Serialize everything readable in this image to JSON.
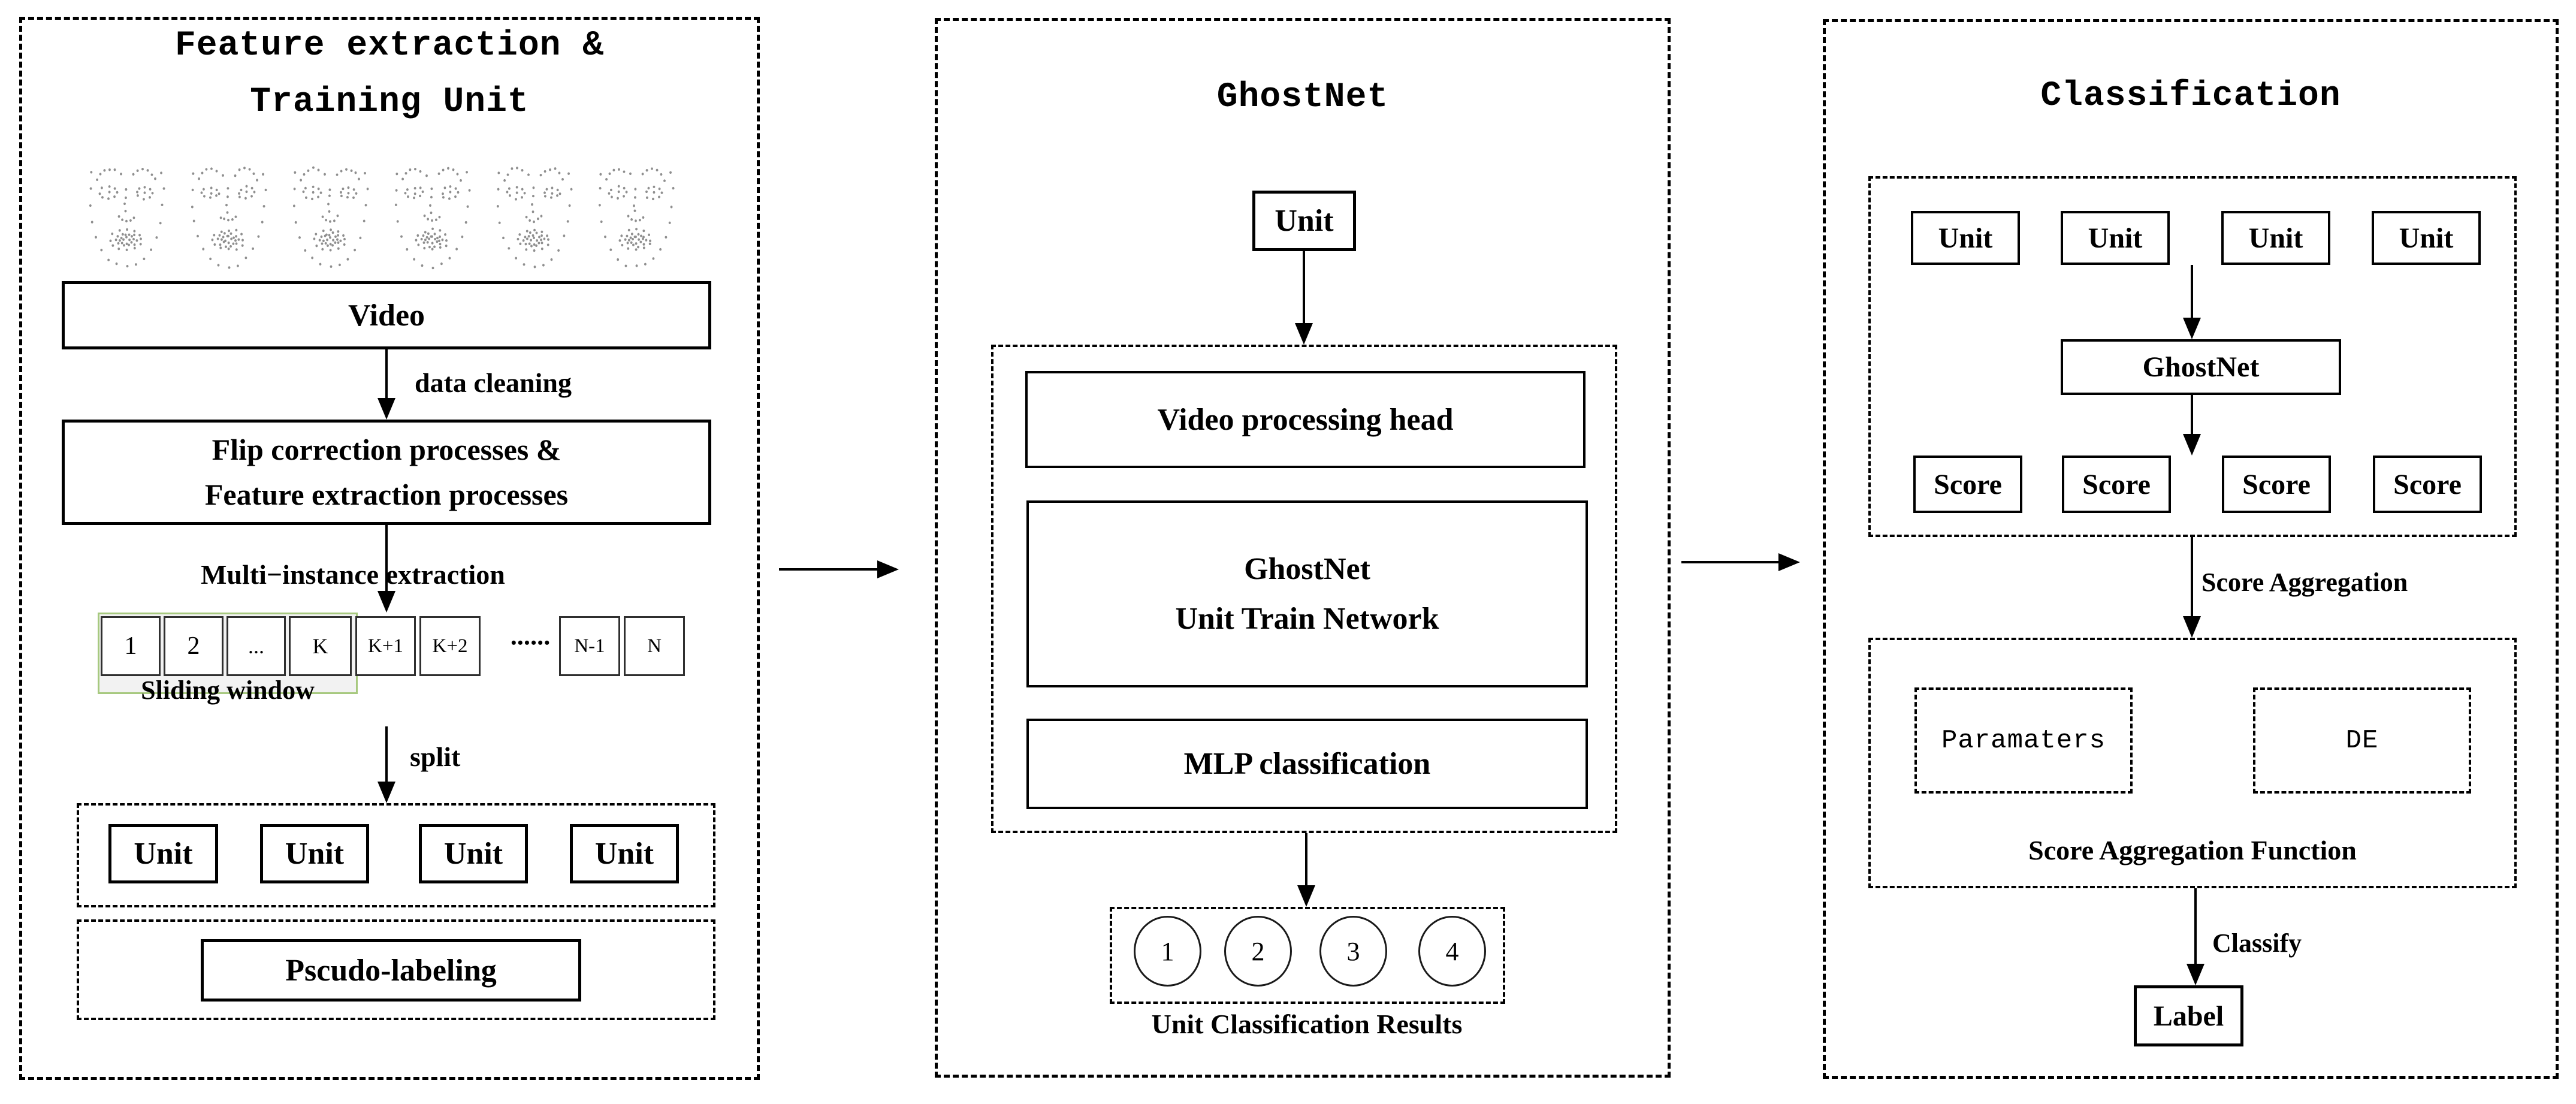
{
  "left": {
    "title_line1": "Feature extraction &",
    "title_line2": "Training Unit",
    "faces_count": 6,
    "video_label": "Video",
    "data_cleaning_label": "data cleaning",
    "flip_line1": "Flip correction processes &",
    "flip_line2": "Feature extraction processes",
    "multi_instance_label": "Multi−instance extraction",
    "frames": [
      "1",
      "2",
      "...",
      "K",
      "K+1",
      "K+2"
    ],
    "frames_ellipsis": "••••••",
    "frames_tail": [
      "N-1",
      "N"
    ],
    "sliding_window_label": "Sliding window",
    "split_label": "split",
    "units": [
      "Unit",
      "Unit",
      "Unit",
      "Unit"
    ],
    "pseudo_label": "Pscudo-labeling"
  },
  "middle": {
    "title": "GhostNet",
    "unit_label": "Unit",
    "video_head_label": "Video processing head",
    "train_line1": "GhostNet",
    "train_line2": "Unit Train Network",
    "mlp_label": "MLP classification",
    "result_circles": [
      "1",
      "2",
      "3",
      "4"
    ],
    "results_label": "Unit Classification Results"
  },
  "right": {
    "title": "Classification",
    "units": [
      "Unit",
      "Unit",
      "Unit",
      "Unit"
    ],
    "ghostnet_label": "GhostNet",
    "scores": [
      "Score",
      "Score",
      "Score",
      "Score"
    ],
    "score_aggregation_label": "Score Aggregation",
    "paramaters_label": "Paramaters",
    "de_label": "DE",
    "agg_function_label": "Score Aggregation Function",
    "classify_label": "Classify",
    "label_box": "Label"
  },
  "colors": {
    "line": "#000000",
    "sliding_window_border": "#a7c97f",
    "sliding_window_fill": "#f2f2f2",
    "face_dots": "#8f8f8f"
  }
}
